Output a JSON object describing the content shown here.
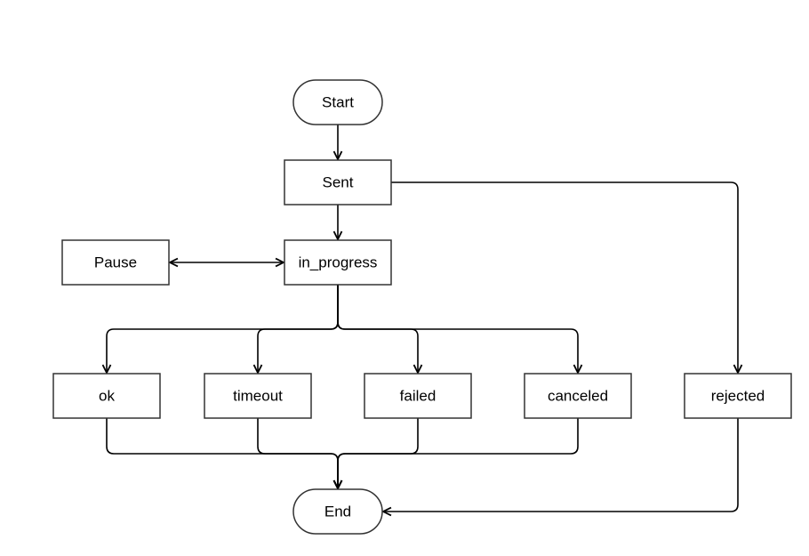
{
  "diagram": {
    "nodes": {
      "start": "Start",
      "sent": "Sent",
      "in_progress": "in_progress",
      "pause": "Pause",
      "ok": "ok",
      "timeout": "timeout",
      "failed": "failed",
      "canceled": "canceled",
      "rejected": "rejected",
      "end": "End"
    },
    "edges": [
      {
        "from": "Start",
        "to": "Sent"
      },
      {
        "from": "Sent",
        "to": "in_progress"
      },
      {
        "from": "Sent",
        "to": "rejected"
      },
      {
        "from": "Pause",
        "to": "in_progress",
        "bidirectional": true
      },
      {
        "from": "in_progress",
        "to": "ok"
      },
      {
        "from": "in_progress",
        "to": "timeout"
      },
      {
        "from": "in_progress",
        "to": "failed"
      },
      {
        "from": "in_progress",
        "to": "canceled"
      },
      {
        "from": "ok",
        "to": "End"
      },
      {
        "from": "timeout",
        "to": "End"
      },
      {
        "from": "failed",
        "to": "End"
      },
      {
        "from": "canceled",
        "to": "End"
      },
      {
        "from": "rejected",
        "to": "End"
      }
    ]
  }
}
